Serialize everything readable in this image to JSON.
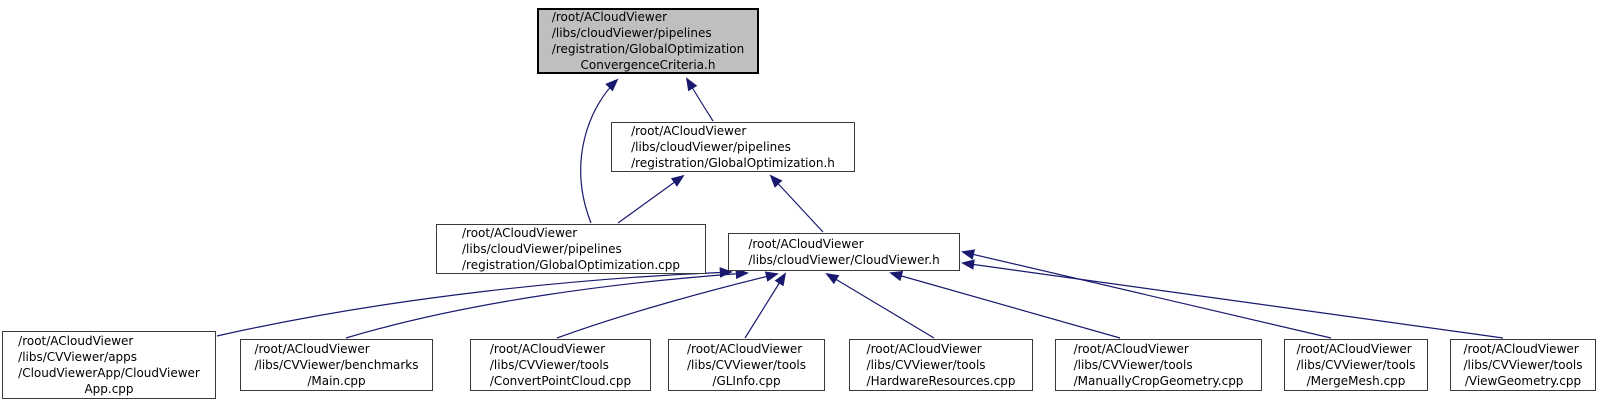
{
  "diagram": {
    "type": "doxygen-include-dependency-graph",
    "background_color": "#ffffff",
    "edge_color": "#191970",
    "node_border_color": "#3a3a3a",
    "highlighted_node_fill": "#bfbfbf",
    "nodes": [
      {
        "id": "global-optimization-convergence-criteria-h",
        "highlighted": true,
        "lines": [
          "/root/ACloudViewer",
          "/libs/cloudViewer/pipelines",
          "/registration/GlobalOptimization",
          "ConvergenceCriteria.h"
        ]
      },
      {
        "id": "global-optimization-h",
        "highlighted": false,
        "lines": [
          "/root/ACloudViewer",
          "/libs/cloudViewer/pipelines",
          "/registration/GlobalOptimization.h"
        ]
      },
      {
        "id": "global-optimization-cpp",
        "highlighted": false,
        "lines": [
          "/root/ACloudViewer",
          "/libs/cloudViewer/pipelines",
          "/registration/GlobalOptimization.cpp"
        ]
      },
      {
        "id": "cloudviewer-h",
        "highlighted": false,
        "lines": [
          "/root/ACloudViewer",
          "/libs/cloudViewer/CloudViewer.h"
        ]
      },
      {
        "id": "cloudviewer-app-cpp",
        "highlighted": false,
        "lines": [
          "/root/ACloudViewer",
          "/libs/CVViewer/apps",
          "/CloudViewerApp/CloudViewer",
          "App.cpp"
        ]
      },
      {
        "id": "main-cpp",
        "highlighted": false,
        "lines": [
          "/root/ACloudViewer",
          "/libs/CVViewer/benchmarks",
          "/Main.cpp"
        ]
      },
      {
        "id": "convert-point-cloud-cpp",
        "highlighted": false,
        "lines": [
          "/root/ACloudViewer",
          "/libs/CVViewer/tools",
          "/ConvertPointCloud.cpp"
        ]
      },
      {
        "id": "glinfo-cpp",
        "highlighted": false,
        "lines": [
          "/root/ACloudViewer",
          "/libs/CVViewer/tools",
          "/GLInfo.cpp"
        ]
      },
      {
        "id": "hardware-resources-cpp",
        "highlighted": false,
        "lines": [
          "/root/ACloudViewer",
          "/libs/CVViewer/tools",
          "/HardwareResources.cpp"
        ]
      },
      {
        "id": "manually-crop-geometry-cpp",
        "highlighted": false,
        "lines": [
          "/root/ACloudViewer",
          "/libs/CVViewer/tools",
          "/ManuallyCropGeometry.cpp"
        ]
      },
      {
        "id": "merge-mesh-cpp",
        "highlighted": false,
        "lines": [
          "/root/ACloudViewer",
          "/libs/CVViewer/tools",
          "/MergeMesh.cpp"
        ]
      },
      {
        "id": "view-geometry-cpp",
        "highlighted": false,
        "lines": [
          "/root/ACloudViewer",
          "/libs/CVViewer/tools",
          "/ViewGeometry.cpp"
        ]
      }
    ],
    "edges": [
      {
        "from": "global-optimization-h",
        "to": "global-optimization-convergence-criteria-h"
      },
      {
        "from": "global-optimization-cpp",
        "to": "global-optimization-convergence-criteria-h"
      },
      {
        "from": "global-optimization-cpp",
        "to": "global-optimization-h"
      },
      {
        "from": "cloudviewer-h",
        "to": "global-optimization-h"
      },
      {
        "from": "cloudviewer-app-cpp",
        "to": "cloudviewer-h"
      },
      {
        "from": "main-cpp",
        "to": "cloudviewer-h"
      },
      {
        "from": "convert-point-cloud-cpp",
        "to": "cloudviewer-h"
      },
      {
        "from": "glinfo-cpp",
        "to": "cloudviewer-h"
      },
      {
        "from": "hardware-resources-cpp",
        "to": "cloudviewer-h"
      },
      {
        "from": "manually-crop-geometry-cpp",
        "to": "cloudviewer-h"
      },
      {
        "from": "merge-mesh-cpp",
        "to": "cloudviewer-h"
      },
      {
        "from": "view-geometry-cpp",
        "to": "cloudviewer-h"
      }
    ]
  }
}
